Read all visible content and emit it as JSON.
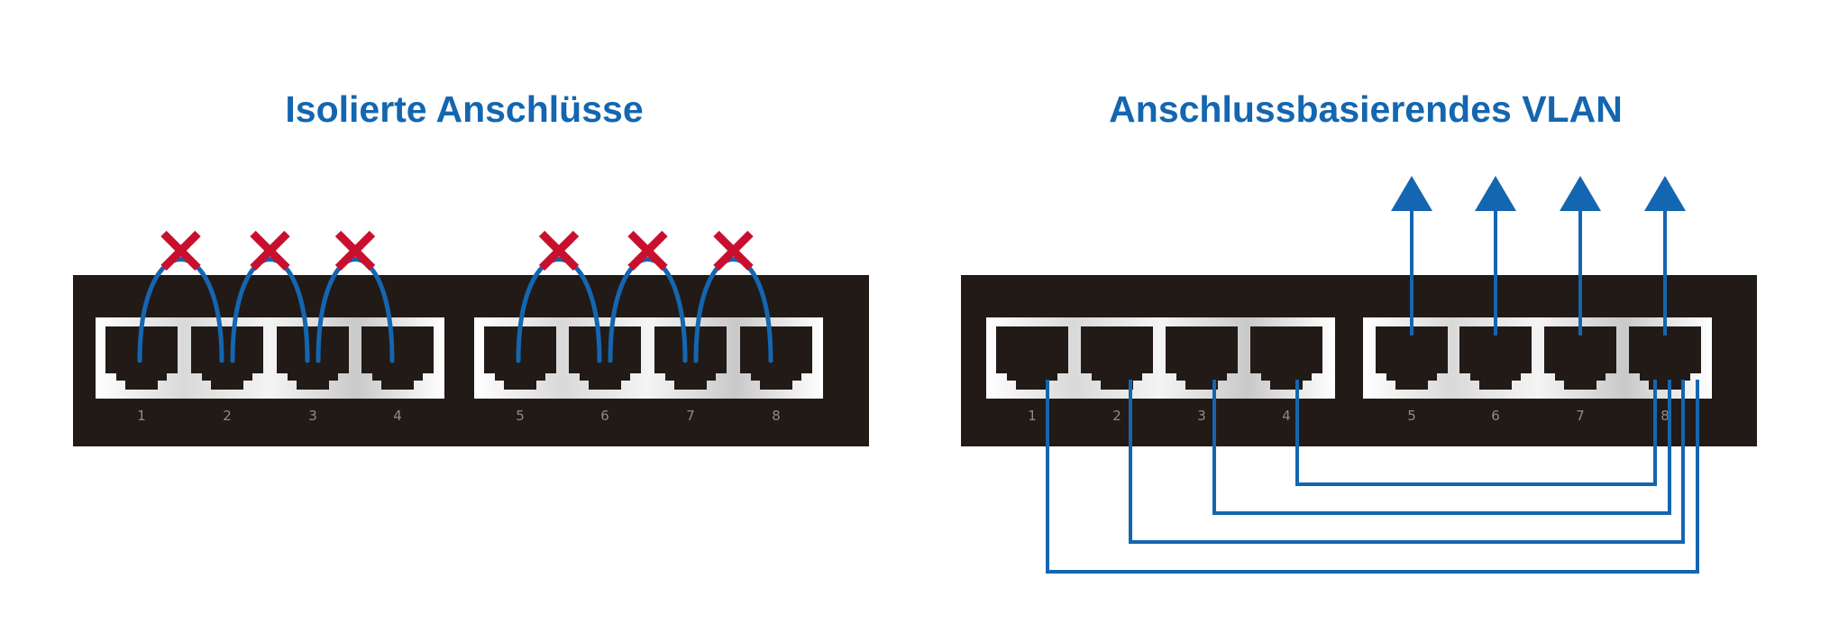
{
  "left_panel": {
    "title": "Isolierte Anschlüsse",
    "port_labels": [
      "1",
      "2",
      "3",
      "4",
      "5",
      "6",
      "7",
      "8"
    ]
  },
  "right_panel": {
    "title": "Anschlussbasierendes VLAN",
    "port_labels": [
      "1",
      "2",
      "3",
      "4",
      "5",
      "6",
      "7",
      "8"
    ]
  },
  "colors": {
    "link": "#1466b0",
    "blocked": "#c8102e",
    "switch_body": "#211a17",
    "title": "#1466b0"
  }
}
